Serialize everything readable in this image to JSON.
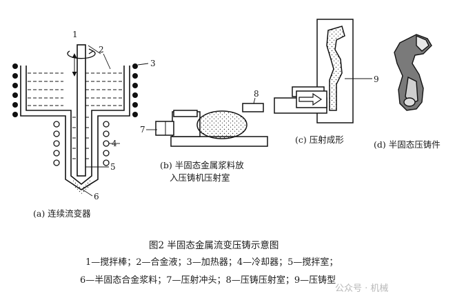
{
  "figure": {
    "labels": {
      "n1": "1",
      "n2": "2",
      "n3": "3",
      "n4": "4",
      "n5": "5",
      "n6": "6",
      "n7": "7",
      "n8": "8",
      "n9": "9"
    },
    "captions": {
      "a": "(a) 连续流变器",
      "b_line1": "(b) 半固态金属浆料放",
      "b_line2": "入压铸机压射室",
      "c": "(c) 压射成形",
      "d": "(d) 半固态压铸件"
    },
    "title": "图2   半固态金属流变压铸示意图",
    "legend_line1": "1—搅拌棒；2—合金液；3—加热器；4—冷却器；5—搅拌室；",
    "legend_line2": "6—半固态合金浆料；7—压射冲头；8—压铸压射室；9—压铸型",
    "watermark": "公众号 · 机械"
  }
}
